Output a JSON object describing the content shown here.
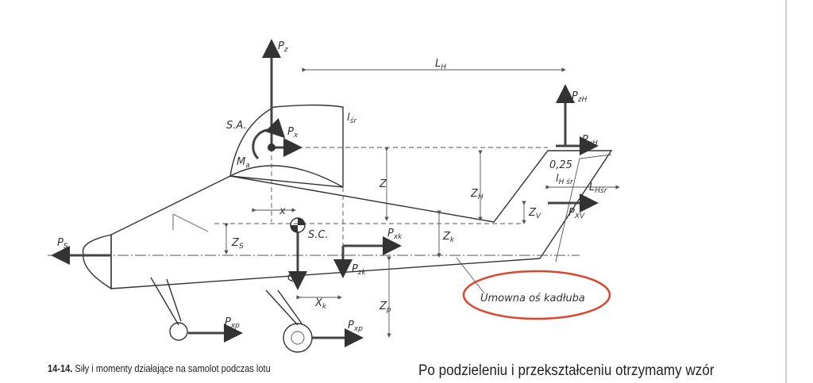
{
  "figure": {
    "labels": {
      "Pz": {
        "m": "P",
        "s": "z"
      },
      "LH": {
        "m": "L",
        "s": "H"
      },
      "PzH": {
        "m": "P",
        "s": "zH"
      },
      "SA": {
        "m": "S.A.",
        "s": ""
      },
      "Px": {
        "m": "P",
        "s": "x"
      },
      "lsr": {
        "m": "l",
        "s": "śr"
      },
      "Ma": {
        "m": "M",
        "s": "a"
      },
      "Z": {
        "m": "Z",
        "s": ""
      },
      "PxH": {
        "m": "P",
        "s": "xH"
      },
      "q025": {
        "m": "0,25",
        "s": ""
      },
      "lHsr": {
        "m": "l",
        "s": "H śr"
      },
      "LHsr": {
        "m": "L",
        "s": "Hśr"
      },
      "ZH": {
        "m": "Z",
        "s": "H"
      },
      "Zv": {
        "m": "Z",
        "s": "V"
      },
      "PxV": {
        "m": "P",
        "s": "XV"
      },
      "X": {
        "m": "x",
        "s": ""
      },
      "Zs": {
        "m": "Z",
        "s": "S"
      },
      "SC": {
        "m": "S.C.",
        "s": ""
      },
      "Pxk": {
        "m": "P",
        "s": "xk"
      },
      "Zk": {
        "m": "Z",
        "s": "k"
      },
      "Ps": {
        "m": "P",
        "s": "S"
      },
      "Q": {
        "m": "Q",
        "s": ""
      },
      "Pzk": {
        "m": "P",
        "s": "zk"
      },
      "Xk": {
        "m": "X",
        "s": "k"
      },
      "Zp": {
        "m": "Z",
        "s": "p"
      },
      "Pxp1": {
        "m": "P",
        "s": "xp"
      },
      "Pxp2": {
        "m": "P",
        "s": "xp"
      }
    },
    "annotation": "Umowna oś kadłuba",
    "annotation_color": "#e0442c"
  },
  "caption": {
    "number": "14-14.",
    "text": "Siły i momenty działające na samolot podczas lotu"
  },
  "body_text": "Po podzieleniu i przekształceniu otrzymamy wzór"
}
